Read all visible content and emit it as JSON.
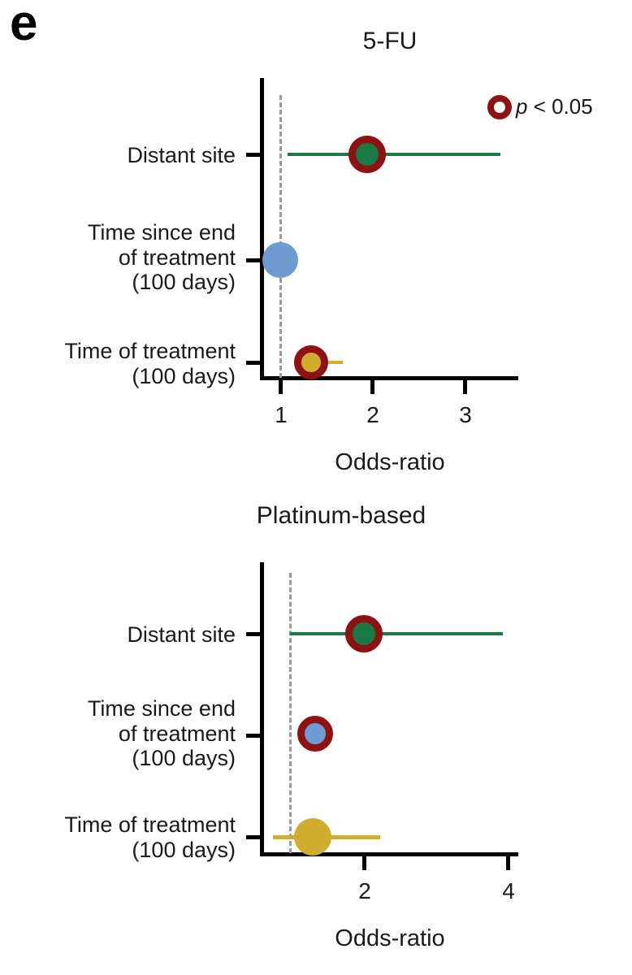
{
  "figure": {
    "panel_letter": "e"
  },
  "legend": {
    "marker_name": "significance-ring",
    "label": "p < 0.05",
    "label_italic_part": "p",
    "label_rest": " < 0.05",
    "ring_color": "#8f1212"
  },
  "colors": {
    "distant_site": "#1a7a45",
    "time_since_end": "#6e9bd1",
    "time_of_treatment": "#d0ad2e",
    "significant_ring": "#8f1212",
    "reference_line": "#9a9a9a",
    "axis": "#000000",
    "text": "#1a1a1a"
  },
  "chart_data": [
    {
      "id": "5fu",
      "type": "scatter",
      "title": "5-FU",
      "xlabel": "Odds-ratio",
      "ylabel": "",
      "xlim": [
        0.8,
        3.6
      ],
      "xticks": [
        1,
        2,
        3
      ],
      "xticklabels": [
        "1",
        "2",
        "3"
      ],
      "grid": false,
      "reference_line_x": 1,
      "categories": [
        "Distant site",
        "Time since end\nof treatment\n(100 days)",
        "Time of treatment\n(100 days)"
      ],
      "points": [
        {
          "label": "Distant site",
          "odds_ratio": 1.95,
          "ci_low": 1.3,
          "ci_high": 3.6,
          "significant": true,
          "color": "#1a7a45",
          "marker_size": 46
        },
        {
          "label": "Time since end of treatment (100 days)",
          "odds_ratio": 1.0,
          "ci_low": 1.0,
          "ci_high": 1.0,
          "significant": false,
          "color": "#6e9bd1",
          "marker_size": 44
        },
        {
          "label": "Time of treatment (100 days)",
          "odds_ratio": 1.35,
          "ci_low": 1.2,
          "ci_high": 1.68,
          "significant": true,
          "color": "#d0ad2e",
          "marker_size": 42
        }
      ]
    },
    {
      "id": "platinum",
      "type": "scatter",
      "title": "Platinum-based",
      "xlabel": "Odds-ratio",
      "ylabel": "",
      "xlim": [
        0.58,
        4.18
      ],
      "xticks": [
        2,
        4
      ],
      "xticklabels": [
        "2",
        "4"
      ],
      "grid": false,
      "reference_line_x": 1,
      "categories": [
        "Distant site",
        "Time since end\nof treatment\n(100 days)",
        "Time of treatment\n(100 days)"
      ],
      "points": [
        {
          "label": "Distant site",
          "odds_ratio": 2.0,
          "ci_low": 1.0,
          "ci_high": 4.0,
          "significant": true,
          "color": "#1a7a45",
          "marker_size": 46
        },
        {
          "label": "Time since end of treatment (100 days)",
          "odds_ratio": 1.35,
          "ci_low": 1.35,
          "ci_high": 1.35,
          "significant": true,
          "color": "#6e9bd1",
          "marker_size": 44
        },
        {
          "label": "Time of treatment (100 days)",
          "odds_ratio": 1.3,
          "ci_low": 0.77,
          "ci_high": 2.25,
          "significant": false,
          "color": "#d0ad2e",
          "marker_size": 46
        }
      ]
    }
  ],
  "panels": {
    "top": {
      "title": "5-FU",
      "axis_title_x": "Odds-ratio",
      "ylabels": [
        "Distant site",
        "Time since end\nof treatment\n(100 days)",
        "Time of treatment\n(100 days)"
      ],
      "xticklabels": [
        "1",
        "2",
        "3"
      ]
    },
    "bottom": {
      "title": "Platinum-based",
      "axis_title_x": "Odds-ratio",
      "ylabels": [
        "Distant site",
        "Time since end\nof treatment\n(100 days)",
        "Time of treatment\n(100 days)"
      ],
      "xticklabels": [
        "2",
        "4"
      ]
    }
  }
}
